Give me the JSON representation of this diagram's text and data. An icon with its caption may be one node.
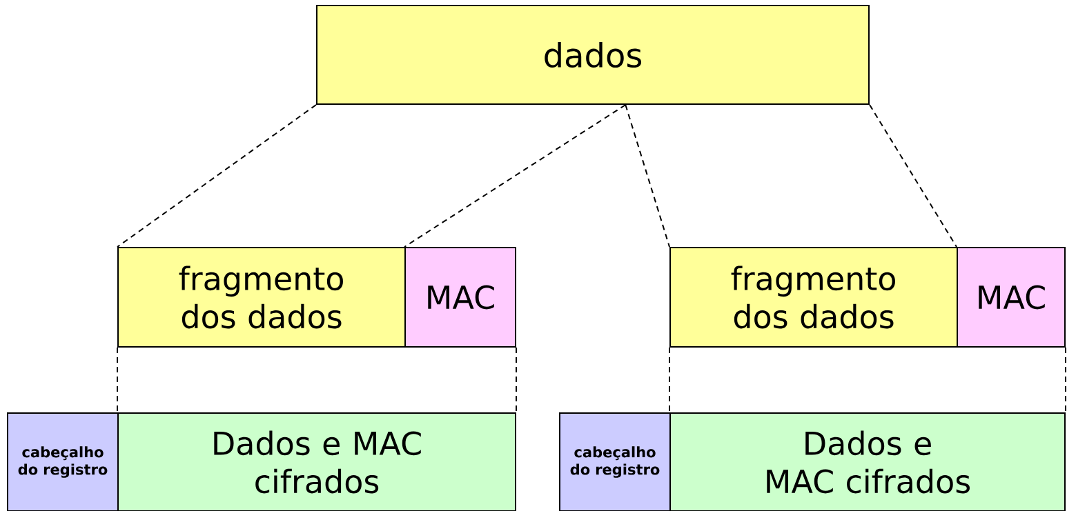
{
  "diagram": {
    "nodes": [
      {
        "text": [
          "dados"
        ]
      },
      {
        "text": [
          "fragmento dos dados"
        ]
      },
      {
        "text": [
          "MAC"
        ]
      },
      {
        "text": [
          "fragmento dos dados"
        ]
      },
      {
        "text": [
          "MAC"
        ]
      },
      {
        "text": [
          "cabeçalho do registro"
        ]
      },
      {
        "text": [
          "Dados e MAC cifrados"
        ]
      },
      {
        "text": [
          "cabeçalho do registro"
        ]
      },
      {
        "text": [
          "Dados e MAC cifrados"
        ]
      }
    ],
    "edges": [
      {
        "from": 0,
        "to": 1,
        "arrow": "none",
        "style": "dashed"
      },
      {
        "from": 0,
        "to": 2,
        "arrow": "none",
        "style": "dashed"
      },
      {
        "from": 0,
        "to": 3,
        "arrow": "none",
        "style": "dashed"
      },
      {
        "from": 0,
        "to": 4,
        "arrow": "none",
        "style": "dashed"
      },
      {
        "from": 1,
        "to": 6,
        "arrow": "none",
        "style": "dashed"
      },
      {
        "from": 2,
        "to": 6,
        "arrow": "none",
        "style": "dashed"
      },
      {
        "from": 3,
        "to": 8,
        "arrow": "none",
        "style": "dashed"
      },
      {
        "from": 4,
        "to": 8,
        "arrow": "none",
        "style": "dashed"
      }
    ]
  }
}
